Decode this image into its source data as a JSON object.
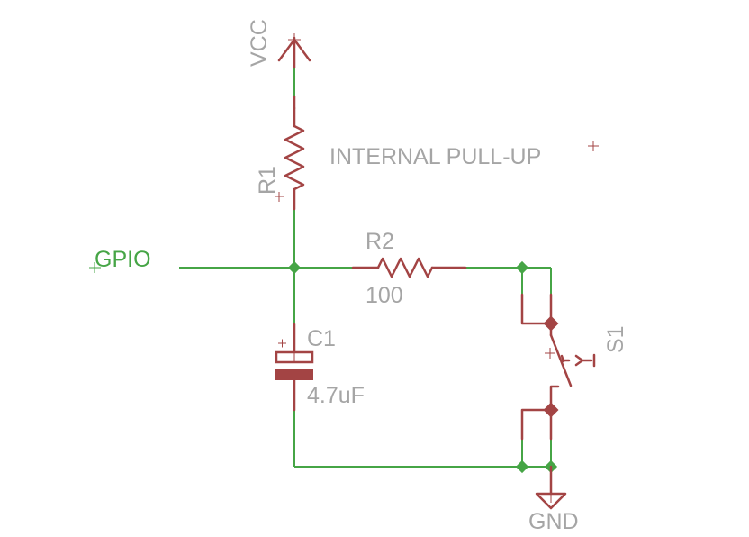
{
  "colors": {
    "wire": "#46a546",
    "component": "#a34444",
    "label": "#a5a5a5",
    "net_label": "#46a546"
  },
  "supplies": {
    "vcc": "VCC",
    "gnd": "GND"
  },
  "net_label": "GPIO",
  "components": {
    "r1": {
      "name": "R1",
      "value": "INTERNAL PULL-UP"
    },
    "r2": {
      "name": "R2",
      "value": "100"
    },
    "c1": {
      "name": "C1",
      "value": "4.7uF",
      "polarity": "+"
    },
    "s1": {
      "name": "S1"
    }
  }
}
